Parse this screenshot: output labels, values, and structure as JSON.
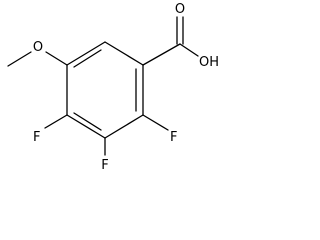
{
  "molecule": {
    "atoms": {
      "oxygen_carbonyl": "O",
      "hydroxyl": "OH",
      "methoxy_oxygen": "O",
      "fluorine_2": "F",
      "fluorine_3": "F",
      "fluorine_4": "F"
    }
  }
}
